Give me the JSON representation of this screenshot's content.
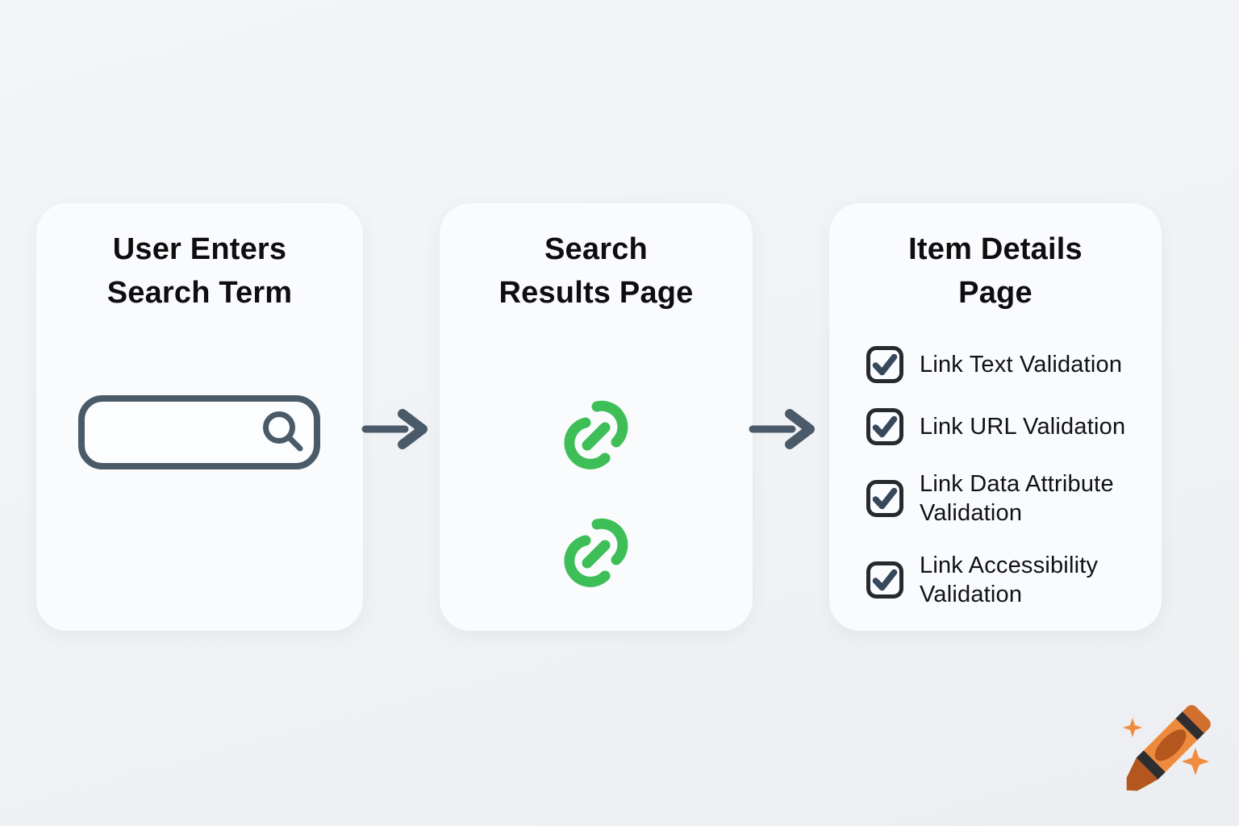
{
  "flow": {
    "steps": [
      {
        "id": "user-enters-search-term",
        "title_lines": [
          "User Enters",
          "Search Term"
        ],
        "search_input": {
          "value": "",
          "placeholder": ""
        }
      },
      {
        "id": "search-results-page",
        "title_lines": [
          "Search",
          "Results Page"
        ],
        "result_link_icons": [
          "link-icon",
          "link-icon"
        ]
      },
      {
        "id": "item-details-page",
        "title_lines": [
          "Item Details",
          "Page"
        ],
        "checklist": [
          {
            "label": "Link Text Validation",
            "checked": true
          },
          {
            "label": "Link URL Validation",
            "checked": true
          },
          {
            "label": "Link Data Attribute Validation",
            "checked": true
          },
          {
            "label": "Link Accessibility Validation",
            "checked": true
          }
        ]
      }
    ],
    "connectors": [
      "arrow-right-icon",
      "arrow-right-icon"
    ]
  },
  "watermark": {
    "icon": "crayon-icon",
    "sparkle_count": 2
  },
  "colors": {
    "page_background_top": "#F3F5F9",
    "page_background_bottom": "#ECEEF1",
    "card_background": "#FAFBFC",
    "title_text": "#0E0E10",
    "checklist_text": "#101114",
    "link_green": "#3DBE56",
    "arrow_slate": "#4A5A68",
    "search_border_slate": "#4A5A66",
    "checkbox_border": "#26292E",
    "checkmark_slate": "#36495C",
    "crayon_orange": "#EE8A3D",
    "crayon_dark_orange": "#B4571E",
    "crayon_band_dark": "#2E2E30",
    "sparkle_orange": "#EF8C3F"
  }
}
